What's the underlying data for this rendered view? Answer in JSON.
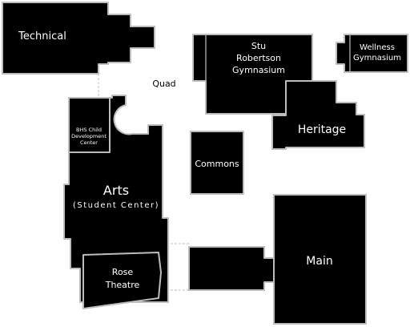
{
  "map": {
    "colors": {
      "building": "#000000",
      "outline": "#bdbdbd",
      "background": "#ffffff",
      "label": "#ffffff"
    },
    "labels": {
      "technical": "Technical",
      "quad": "Quad",
      "gym_line1": "Stu",
      "gym_line2": "Robertson",
      "gym_line3": "Gymnasium",
      "wellness_line1": "Wellness",
      "wellness_line2": "Gymnasium",
      "heritage": "Heritage",
      "child_line1": "BHS Child",
      "child_line2": "Development",
      "child_line3": "Center",
      "commons": "Commons",
      "arts": "Arts",
      "student_center": "(Student Center)",
      "rose_line1": "Rose",
      "rose_line2": "Theatre",
      "main": "Main"
    }
  }
}
